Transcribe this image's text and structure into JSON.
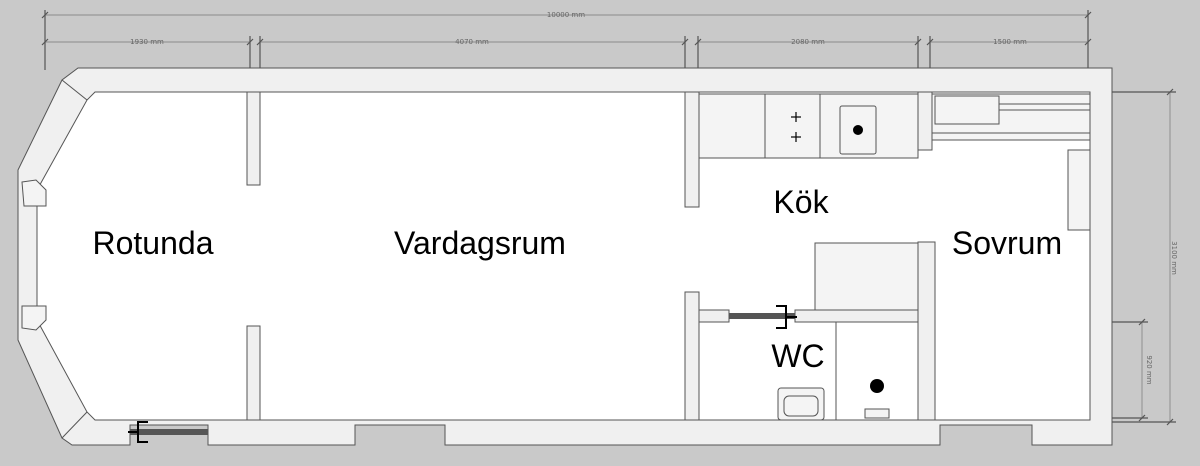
{
  "dimensions": {
    "overall": "10000 mm",
    "rotunda_width": "1930 mm",
    "vardagsrum_width": "4070 mm",
    "kok_width": "2080 mm",
    "sovrum_width": "1500 mm",
    "total_depth": "3100 mm",
    "wc_depth": "920 mm"
  },
  "rooms": {
    "rotunda": "Rotunda",
    "vardagsrum": "Vardagsrum",
    "kok": "Kök",
    "sovrum": "Sovrum",
    "wc": "WC"
  },
  "colors": {
    "background": "#c9c9c9",
    "floor": "#ffffff",
    "wall": "#f0f0f0",
    "line": "#555555"
  }
}
